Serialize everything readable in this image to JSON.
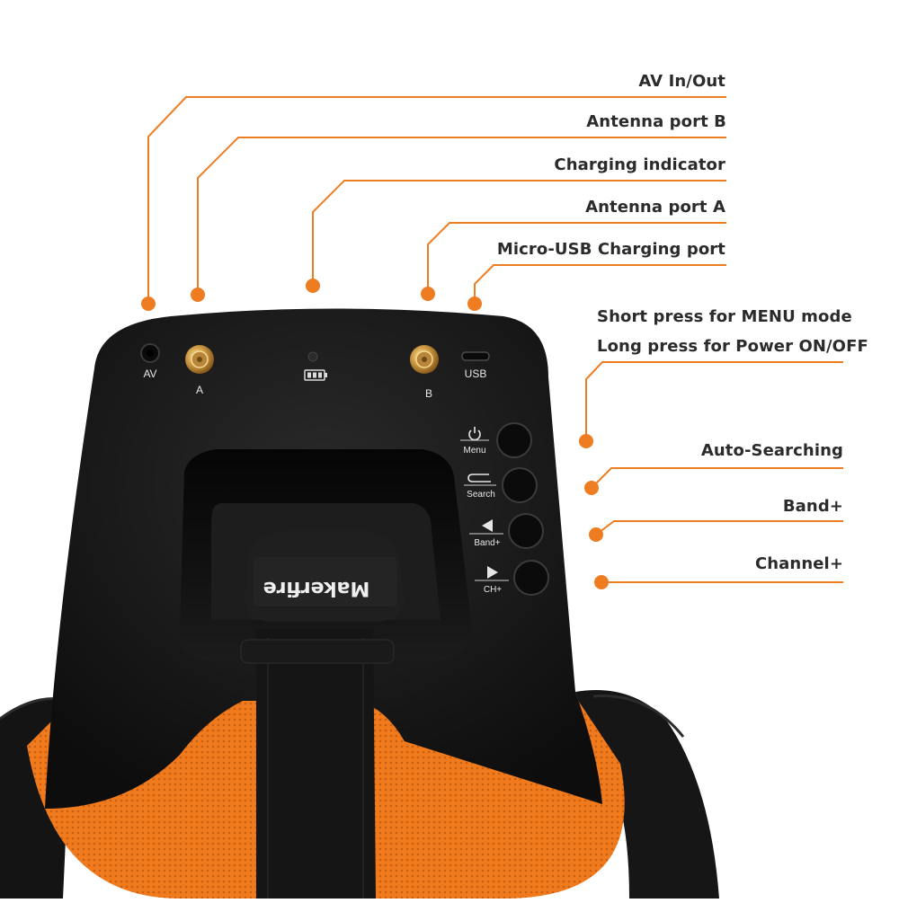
{
  "callouts": {
    "av": "AV In/Out",
    "antenna_b": "Antenna port B",
    "charging_indicator": "Charging indicator",
    "antenna_a": "Antenna port A",
    "usb_port": "Micro-USB Charging port",
    "menu_line1": "Short press for MENU mode",
    "menu_line2": "Long press for Power ON/OFF",
    "auto_search": "Auto-Searching",
    "band": "Band+",
    "channel": "Channel+"
  },
  "device": {
    "port_av": "AV",
    "port_a": "A",
    "port_b": "B",
    "port_usb": "USB",
    "btn_menu": "Menu",
    "btn_search": "Search",
    "btn_band": "Band+",
    "btn_ch": "CH+",
    "logo": "Makerfire"
  },
  "colors": {
    "accent": "#ee7d22",
    "body": "#141414",
    "pad": "#f07a1c"
  }
}
